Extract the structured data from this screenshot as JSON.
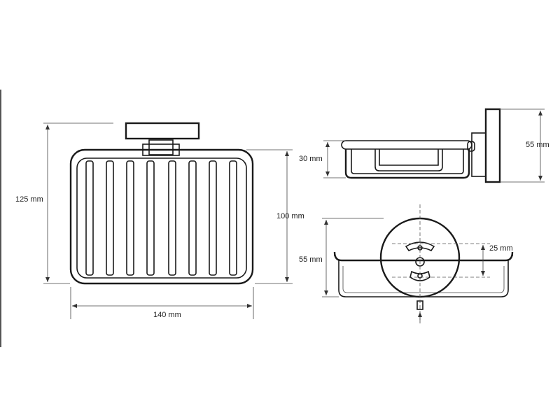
{
  "dimensions": {
    "front_height": "125 mm",
    "front_width": "140 mm",
    "basket_height": "100 mm",
    "side_depth": "30 mm",
    "side_height": "55 mm",
    "bottom_height": "55 mm",
    "bottom_offset": "25 mm"
  },
  "colors": {
    "line": "#1a1a1a",
    "background": "#ffffff"
  }
}
